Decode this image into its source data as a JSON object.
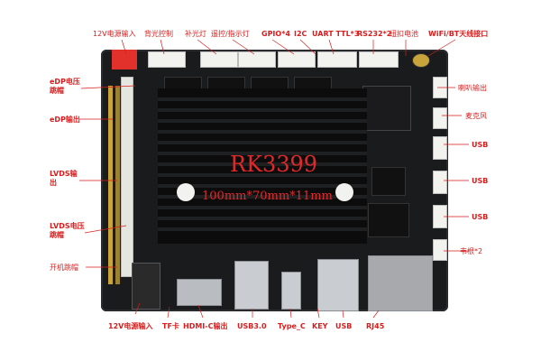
{
  "top_labels": [
    "12V电源输入",
    "背光控制",
    "补光灯",
    "遥控/指示灯",
    "GPIO*4",
    "I2C",
    "UART TTL*3",
    "RS232*2",
    "纽扣电池",
    "WiFi/BT天线接口"
  ],
  "left_labels": [
    "eDP电压跳帽",
    "eDP输出",
    "LVDS输出",
    "LVDS电压跳帽",
    "开机跳帽"
  ],
  "right_labels": [
    "喇叭输出",
    "麦克风",
    "USB",
    "USB",
    "USB",
    "韦根*2"
  ],
  "bottom_labels": [
    "12V电源输入",
    "TF卡",
    "HDMI-C输出",
    "USB3.0",
    "Type_C",
    "KEY",
    "USB",
    "RJ45"
  ],
  "board": {
    "chip_name": "RK3399",
    "dimensions": "100mm*70mm*11mm"
  },
  "colors": {
    "label_red": "#d81e1e",
    "label_blue": "#2a56c6",
    "board": "#1a1b1d",
    "title_red": "#e02a2a"
  }
}
